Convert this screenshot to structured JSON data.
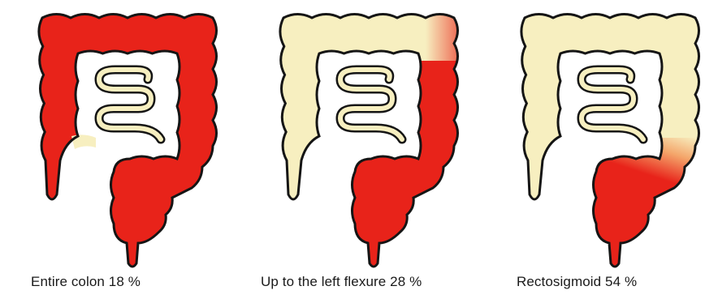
{
  "diagrams": [
    {
      "caption": "Entire colon 18 %",
      "colors": {
        "involved": "#e8231a",
        "normal": "#f7efc0"
      },
      "involved_from": "cecum",
      "gradient": "none"
    },
    {
      "caption": "Up to the left flexure  28 %",
      "colors": {
        "involved": "#e8231a",
        "normal": "#f7efc0"
      },
      "involved_from": "left-flexure",
      "gradient": "flexure"
    },
    {
      "caption": "Rectosigmoid 54 %",
      "colors": {
        "involved": "#e8231a",
        "normal": "#f7efc0"
      },
      "involved_from": "sigmoid",
      "gradient": "sigmoid"
    }
  ],
  "colors": {
    "outline": "#151515",
    "small_bowel_fill": "#f7efc0"
  }
}
